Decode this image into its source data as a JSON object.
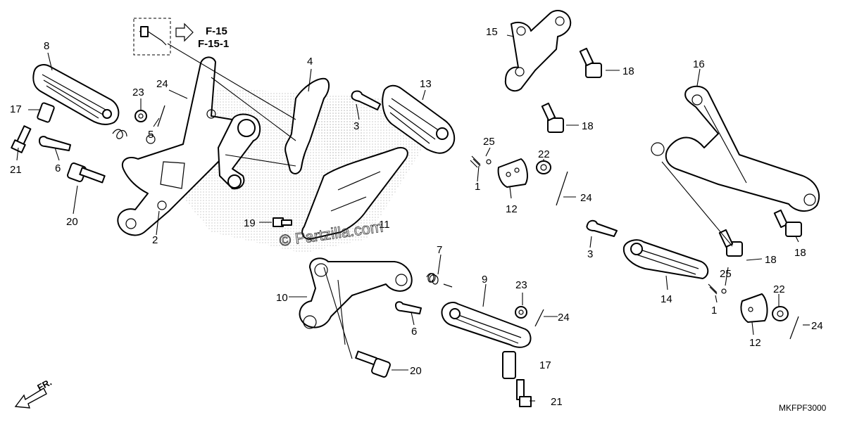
{
  "reference": {
    "line1": "F-15",
    "line2": "F-15-1"
  },
  "diagram_code": "MKFPF3000",
  "front_label": "FR.",
  "watermark": "© Partzilla.com",
  "callouts": [
    "8",
    "17",
    "21",
    "6",
    "20",
    "2",
    "24",
    "23",
    "5",
    "4",
    "3",
    "13",
    "25",
    "1",
    "22",
    "12",
    "24",
    "19",
    "11",
    "7",
    "10",
    "9",
    "23",
    "6",
    "24",
    "20",
    "17",
    "21",
    "15",
    "18",
    "18",
    "16",
    "18",
    "3",
    "25",
    "14",
    "1",
    "22",
    "12",
    "24",
    "18"
  ]
}
